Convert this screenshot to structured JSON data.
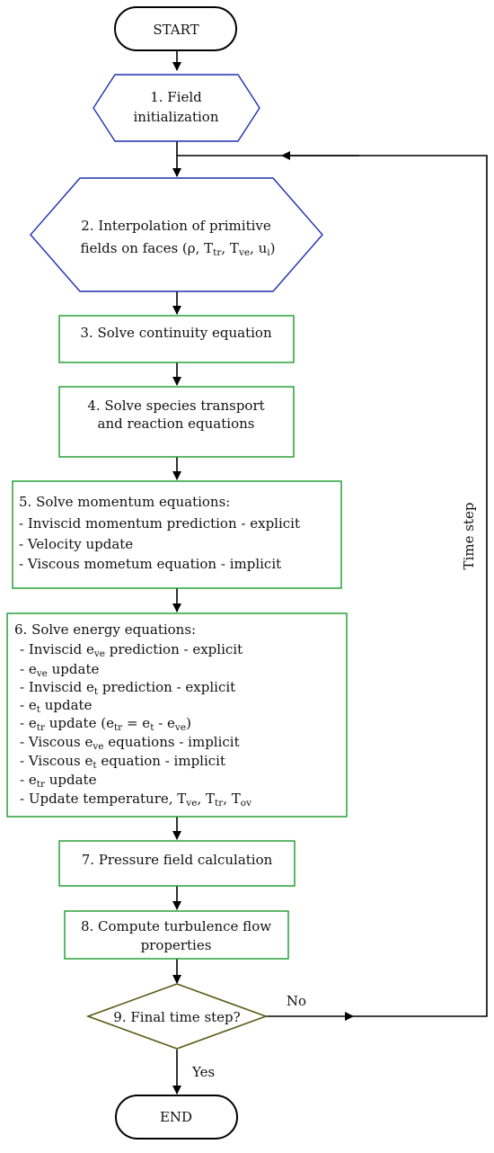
{
  "flowchart": {
    "start": "START",
    "end": "END",
    "step1": {
      "lines": [
        "1. Field",
        "initialization"
      ]
    },
    "step2": {
      "line1": "2. Interpolation of  primitive",
      "line2_parts": [
        "fields on faces (ρ, T",
        "tr",
        ", T",
        "ve",
        ", u",
        "i",
        ")"
      ]
    },
    "step3": "3. Solve continuity equation",
    "step4": {
      "lines": [
        "4. Solve species transport",
        "and reaction equations"
      ]
    },
    "step5": {
      "lines": [
        "5. Solve momentum equations:",
        "- Inviscid momentum prediction - explicit",
        "- Velocity update",
        "- Viscous mometum equation -  implicit"
      ]
    },
    "step6": {
      "title": "6. Solve energy equations:",
      "l1": [
        "- Inviscid e",
        "ve",
        " prediction - explicit"
      ],
      "l2": [
        "- e",
        "ve",
        " update"
      ],
      "l3": [
        "- Inviscid e",
        "t",
        " prediction - explicit"
      ],
      "l4": [
        "- e",
        "t",
        " update"
      ],
      "l5": [
        "- e",
        "tr",
        " update (e",
        "tr",
        " = e",
        "t",
        " - e",
        "ve",
        ")"
      ],
      "l6": [
        "- Viscous e",
        "ve",
        " equations -  implicit"
      ],
      "l7": [
        "- Viscous e",
        "t",
        " equation -  implicit"
      ],
      "l8": [
        "- e",
        "tr",
        " update"
      ],
      "l9": [
        "- Update temperature, T",
        "ve",
        ", T",
        "tr",
        ", T",
        "ov"
      ]
    },
    "step7": "7. Pressure field calculation",
    "step8": {
      "lines": [
        "8. Compute turbulence flow",
        "properties"
      ]
    },
    "step9": "9. Final time step?",
    "no_label": "No",
    "yes_label": "Yes",
    "loop_label": "Time step",
    "colors": {
      "hexagon": "#1f2fb0",
      "process": "#1a9a2a",
      "decision": "#5a5a14",
      "line": "#000000"
    }
  }
}
